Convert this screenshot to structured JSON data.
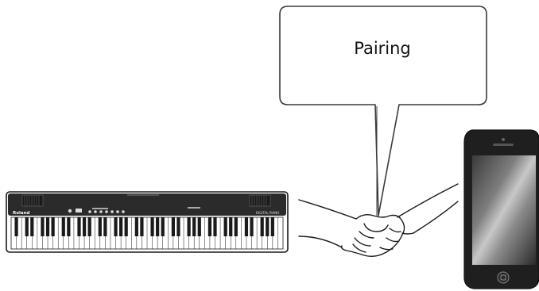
{
  "bubble": {
    "text": "Pairing"
  },
  "piano": {
    "brand": "Roland",
    "model": "DIGITAL PIANO"
  },
  "colors": {
    "ink": "#1a1a1a",
    "screen_dark": "#2a2a2a",
    "screen_light": "#9a9a9a",
    "background": "#ffffff"
  },
  "icons": {
    "piano": "digital-piano-icon",
    "phone": "smartphone-icon",
    "handshake": "handshake-icon",
    "bubble": "speech-bubble-icon"
  }
}
